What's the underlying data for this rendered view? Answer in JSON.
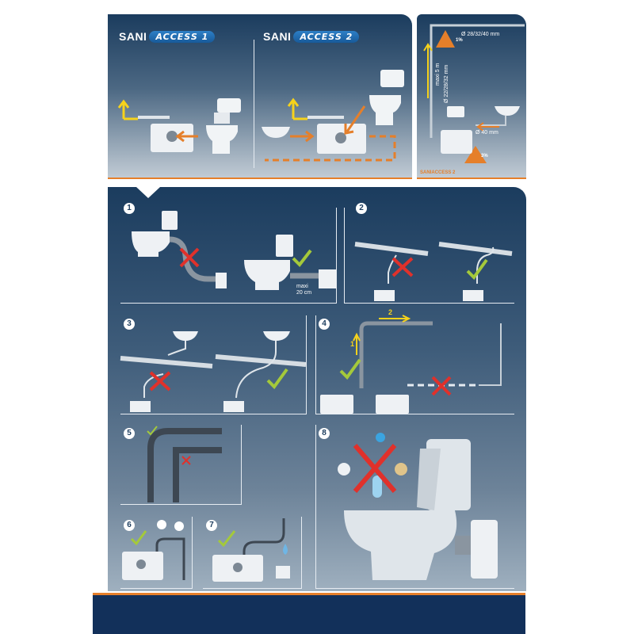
{
  "top": {
    "brand1": {
      "prefix": "SANI",
      "product": "ACCESS",
      "number": "1"
    },
    "brand2": {
      "prefix": "SANI",
      "product": "ACCESS",
      "number": "2"
    },
    "side_caption": "SANIACCESS 2",
    "pipe_diameter_top": "Ø 28/32/40 mm",
    "height_label": "maxi 5 m",
    "pipe_diameter_side": "Ø 22/28/32 mm",
    "drain_diameter": "Ø 40 mm",
    "slope_top": "1%",
    "slope_bottom": "3%"
  },
  "steps": {
    "s1": {
      "number": "1",
      "note_line1": "maxi",
      "note_line2": "20 cm"
    },
    "s2": {
      "number": "2"
    },
    "s3": {
      "number": "3"
    },
    "s4": {
      "number": "4",
      "arrow1": "1",
      "arrow2": "2"
    },
    "s5": {
      "number": "5"
    },
    "s6": {
      "number": "6"
    },
    "s7": {
      "number": "7"
    },
    "s8": {
      "number": "8"
    }
  },
  "colors": {
    "navy": "#1b3c5e",
    "orange": "#e57f2a",
    "check": "#a4c93b",
    "cross": "#e0312b",
    "yellow": "#f6d21b"
  }
}
